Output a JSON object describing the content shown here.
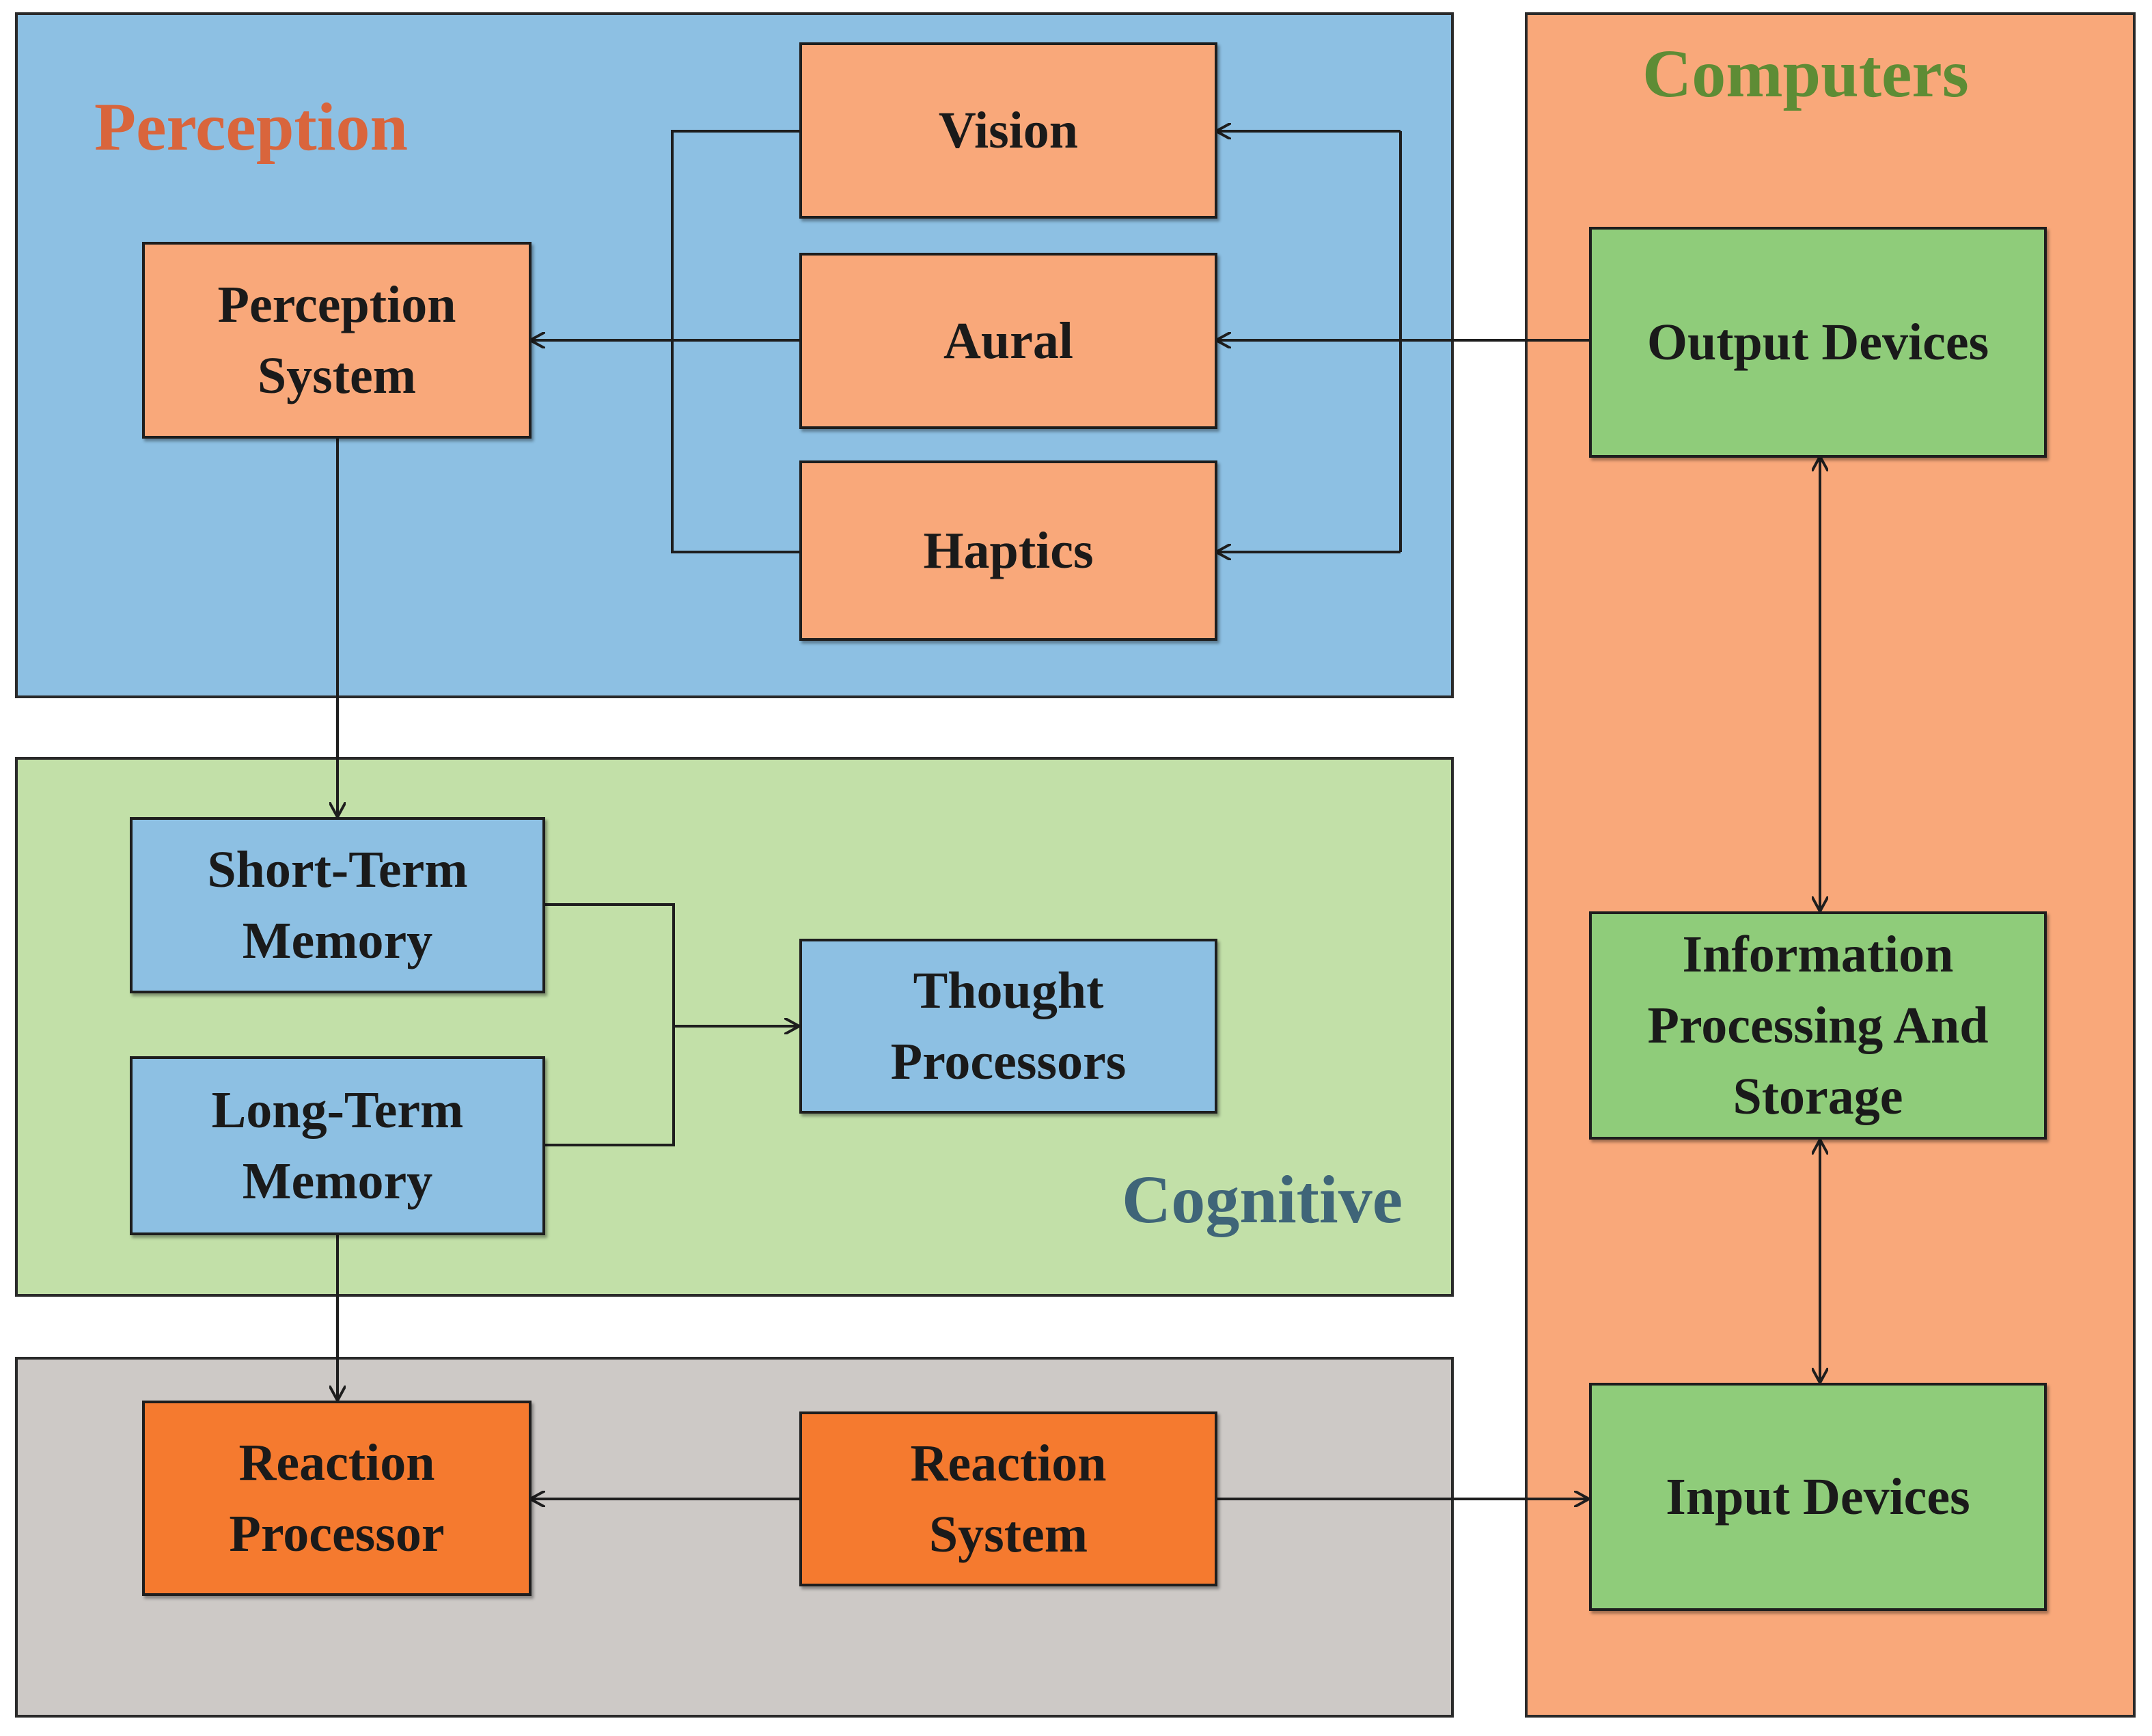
{
  "colors": {
    "perception_panel": "#8dc0e3",
    "cognitive_panel": "#c2e0a8",
    "reaction_panel": "#cdc9c6",
    "computers_panel": "#f9a87a",
    "perception_box": "#f9a87a",
    "memory_box": "#8dc0e3",
    "reaction_box": "#f57a2f",
    "computer_box": "#8fcc7a",
    "perception_title": "#d9653c",
    "cognitive_title": "#3f6578",
    "computers_title": "#5e8c35",
    "line": "#1e1e1e"
  },
  "panels": {
    "perception": {
      "title": "Perception"
    },
    "cognitive": {
      "title": "Cognitive"
    },
    "reaction": {
      "title": ""
    },
    "computers": {
      "title": "Computers"
    }
  },
  "nodes": {
    "vision": [
      "Vision"
    ],
    "aural": [
      "Aural"
    ],
    "haptics": [
      "Haptics"
    ],
    "perception_system": [
      "Perception",
      "System"
    ],
    "short_term_memory": [
      "Short-Term",
      "Memory"
    ],
    "long_term_memory": [
      "Long-Term",
      "Memory"
    ],
    "thought_processors": [
      "Thought",
      "Processors"
    ],
    "reaction_processor": [
      "Reaction",
      "Processor"
    ],
    "reaction_system": [
      "Reaction",
      "System"
    ],
    "output_devices": [
      "Output Devices"
    ],
    "information_processing": [
      "Information",
      "Processing And",
      "Storage"
    ],
    "input_devices": [
      "Input Devices"
    ]
  }
}
